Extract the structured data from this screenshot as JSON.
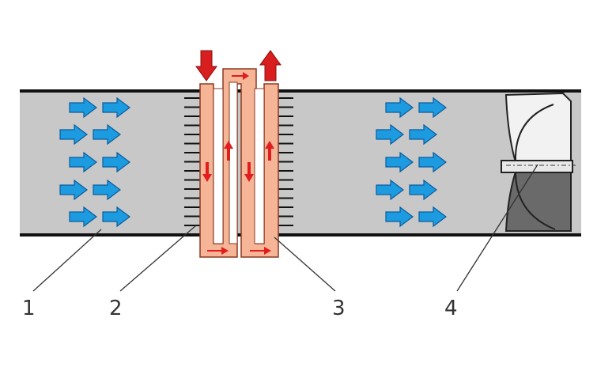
{
  "callouts": [
    {
      "id": "1",
      "label": "1"
    },
    {
      "id": "2",
      "label": "2"
    },
    {
      "id": "3",
      "label": "3"
    },
    {
      "id": "4",
      "label": "4"
    }
  ],
  "colors": {
    "duct_fill": "#c8c8c8",
    "duct_wall": "#111111",
    "air_arrow": "#1d9be0",
    "air_arrow_stroke": "#0a5c9e",
    "coil_fill": "#f6b597",
    "coil_stroke": "#8a3a22",
    "flow_arrow": "#e11d1d",
    "fin": "#111111",
    "fan_light": "#f2f2f2",
    "fan_dark": "#6a6a6a"
  },
  "icons": {
    "air_flow": "right-arrow-icon",
    "inlet": "down-arrow-icon",
    "outlet": "up-arrow-icon",
    "fan": "fan-icon"
  }
}
